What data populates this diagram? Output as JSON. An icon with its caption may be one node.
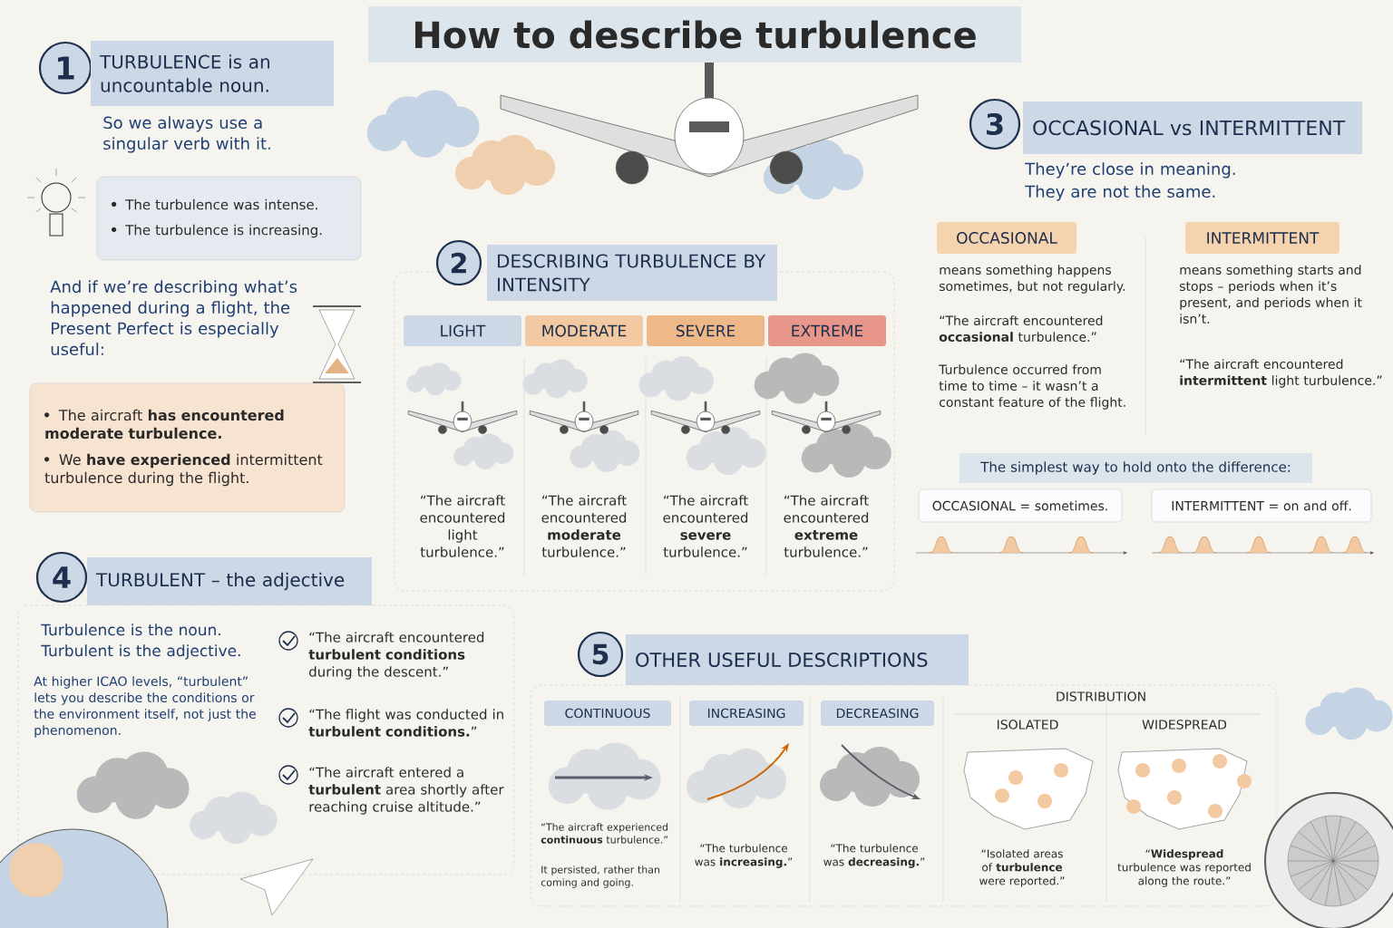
{
  "diagram": {
    "title": "How to describe turbulence",
    "nodes": [
      {
        "text": [
          "1"
        ]
      },
      {
        "text": [
          "TURBULENCE is an uncountable noun."
        ]
      },
      {
        "text": [
          "The turbulence was intense.",
          "The turbulence is increasing."
        ]
      },
      {
        "text": [
          "The aircraft **has encountered moderate turbulence.**",
          "We **have experienced** intermittent turbulence during the flight."
        ]
      },
      {
        "text": [
          "2"
        ]
      },
      {
        "text": [
          "DESCRIBING TURBULENCE BY INTENSITY"
        ]
      },
      {
        "text": [
          "LIGHT"
        ]
      },
      {
        "text": [
          "MODERATE"
        ]
      },
      {
        "text": [
          "SEVERE"
        ]
      },
      {
        "text": [
          "EXTREME"
        ]
      },
      {
        "text": [
          "3"
        ]
      },
      {
        "text": [
          "OCCASIONAL vs INTERMITTENT"
        ]
      },
      {
        "text": [
          "OCCASIONAL"
        ]
      },
      {
        "text": [
          "INTERMITTENT"
        ]
      },
      {
        "text": [
          "The simplest way to hold onto the difference:"
        ]
      },
      {
        "text": [
          "OCCASIONAL = sometimes."
        ]
      },
      {
        "text": [
          "INTERMITTENT = on and off."
        ]
      },
      {
        "text": [
          "4"
        ]
      },
      {
        "text": [
          "TURBULENT – the adjective"
        ]
      },
      {
        "text": [
          "5"
        ]
      },
      {
        "text": [
          "OTHER USEFUL DESCRIPTIONS"
        ]
      },
      {
        "text": [
          "CONTINUOUS"
        ]
      },
      {
        "text": [
          "INCREASING"
        ]
      },
      {
        "text": [
          "DECREASING"
        ]
      }
    ],
    "labels": [
      "So we always use a singular verb with it.",
      "And if we’re describing what’s happened during a flight, the Present Perfect is especially useful:",
      "“The aircraft encountered light turbulence.”",
      "“The aircraft encountered **moderate** turbulence.”",
      "“The aircraft encountered **severe** turbulence.”",
      "“The aircraft encountered **extreme** turbulence.”",
      "They’re close in meaning.",
      "They are not the same.",
      "means something happens sometimes, but not regularly.",
      "“The aircraft encountered **occasional** turbulence.”",
      "Turbulence occurred from time to time – it wasn’t a constant feature of the flight.",
      "means something starts and stops – periods when it’s present, and periods when it isn’t.",
      "“The aircraft encountered **intermittent** light turbulence.”",
      "Turbulence is the noun.",
      "Turbulent is the adjective.",
      "At higher ICAO levels, “turbulent” lets you describe the conditions or the environment itself, not just the phenomenon.",
      "“The aircraft encountered **turbulent conditions** during the descent.”",
      "“The flight was conducted in **turbulent conditions.**”",
      "“The aircraft entered a **turbulent** area shortly after reaching cruise altitude.”",
      "“The aircraft experienced **continuous** turbulence.”",
      "It persisted, rather than coming and going.",
      "“The turbulence was **increasing.**”",
      "“The turbulence was **decreasing.**”",
      "DISTRIBUTION",
      "ISOLATED",
      "WIDESPREAD",
      "“Isolated areas of **turbulence** were reported.”",
      "“**Widespread** turbulence was reported along the route.”"
    ]
  }
}
